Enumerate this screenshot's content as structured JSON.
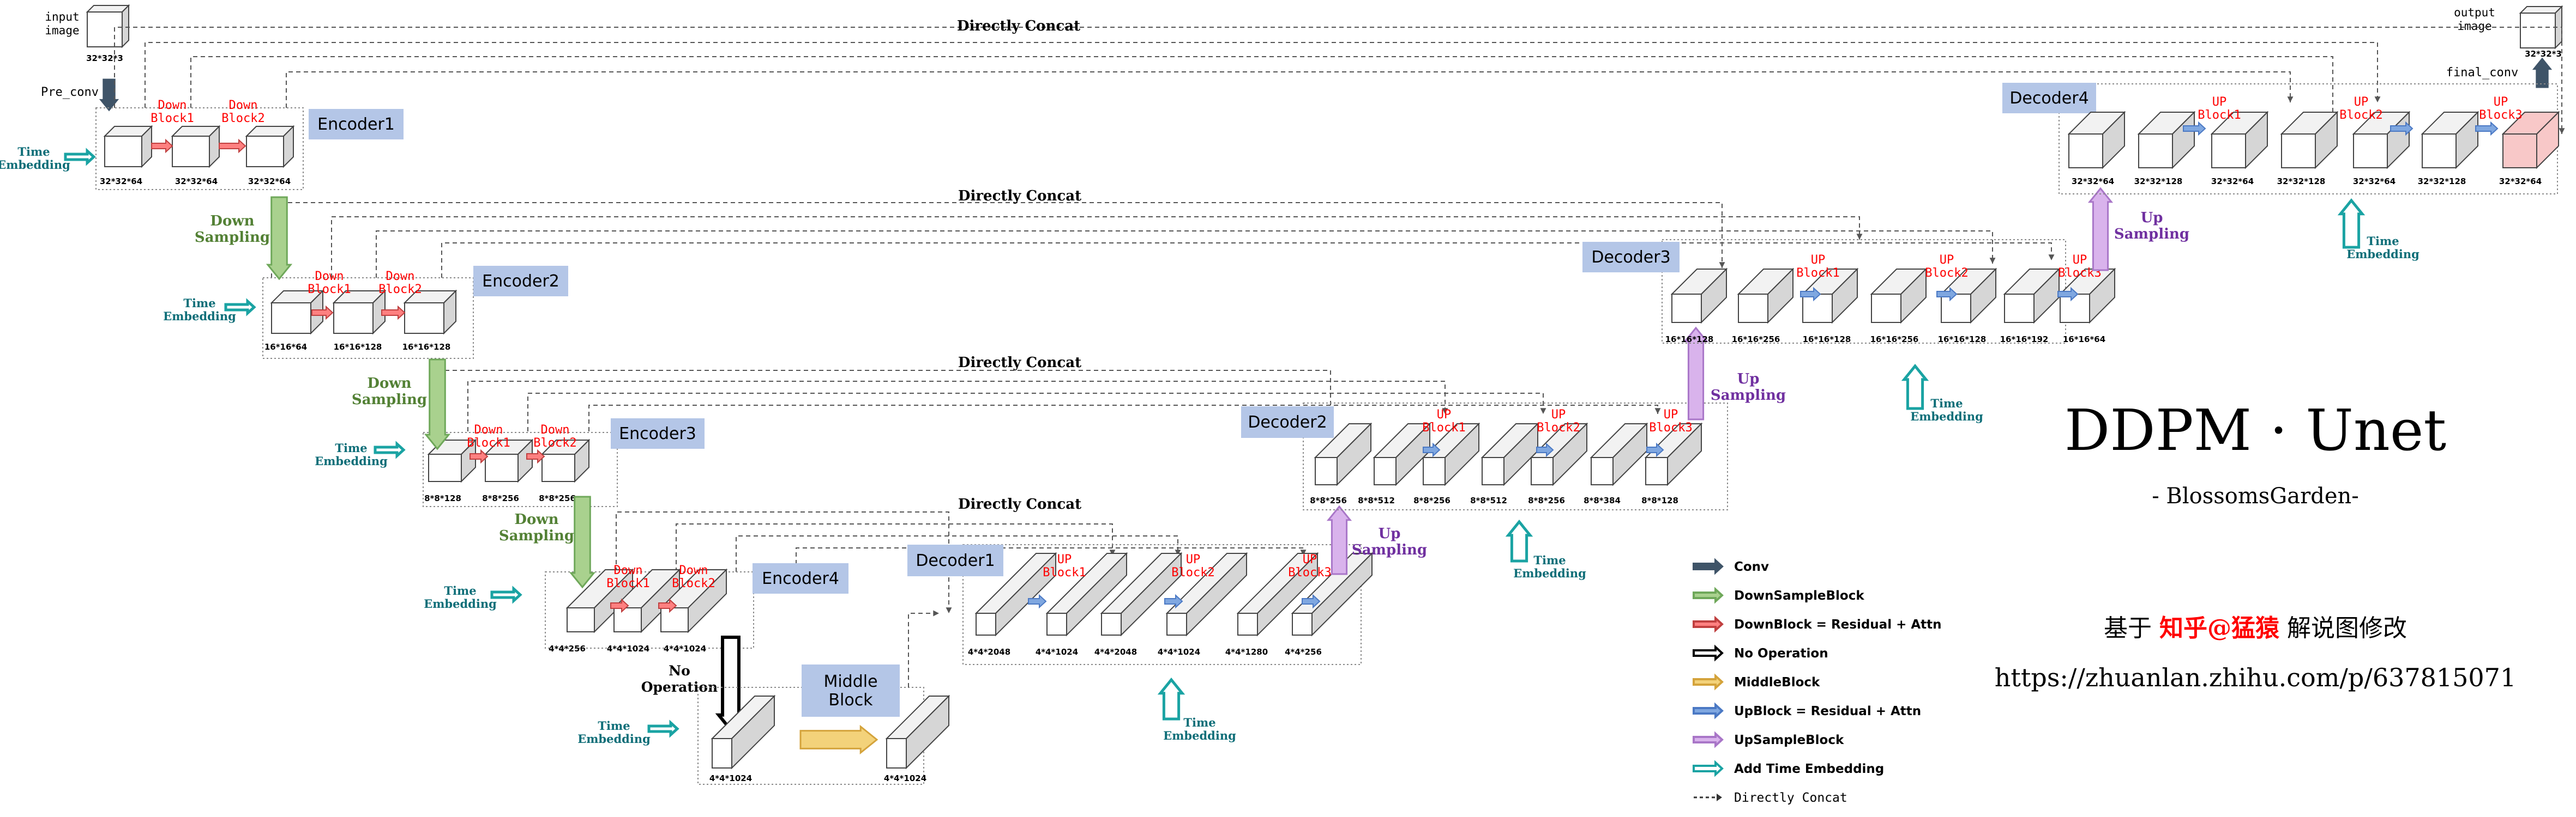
{
  "io": {
    "input_label": "input\nimage",
    "input_dim": "32*32*3",
    "output_label": "output\nimage",
    "output_dim": "32*32*3",
    "pre_conv": "Pre_conv",
    "final_conv": "final_conv"
  },
  "concat_label": "Directly Concat",
  "time_embedding": "Time\nEmbedding",
  "down_sampling": "Down\nSampling",
  "up_sampling": "Up\nSampling",
  "no_operation": "No\nOperation",
  "stages": {
    "encoder1": {
      "title": "Encoder1",
      "blocks": [
        "Down\nBlock1",
        "Down\nBlock2"
      ],
      "dims": [
        "32*32*64",
        "32*32*64",
        "32*32*64"
      ]
    },
    "encoder2": {
      "title": "Encoder2",
      "blocks": [
        "Down\nBlock1",
        "Down\nBlock2"
      ],
      "dims": [
        "16*16*64",
        "16*16*128",
        "16*16*128"
      ]
    },
    "encoder3": {
      "title": "Encoder3",
      "blocks": [
        "Down\nBlock1",
        "Down\nBlock2"
      ],
      "dims": [
        "8*8*128",
        "8*8*256",
        "8*8*256"
      ]
    },
    "encoder4": {
      "title": "Encoder4",
      "blocks": [
        "Down\nBlock1",
        "Down\nBlock2"
      ],
      "dims": [
        "4*4*256",
        "4*4*1024",
        "4*4*1024"
      ]
    },
    "middle": {
      "title": "Middle\nBlock",
      "dims": [
        "4*4*1024",
        "4*4*1024"
      ]
    },
    "decoder1": {
      "title": "Decoder1",
      "blocks": [
        "UP\nBlock1",
        "UP\nBlock2",
        "UP\nBlock3"
      ],
      "dims": [
        "4*4*2048",
        "4*4*1024",
        "4*4*2048",
        "4*4*1024",
        "4*4*1280",
        "4*4*256"
      ]
    },
    "decoder2": {
      "title": "Decoder2",
      "blocks": [
        "UP\nBlock1",
        "UP\nBlock2",
        "UP\nBlock3"
      ],
      "dims": [
        "8*8*256",
        "8*8*512",
        "8*8*256",
        "8*8*512",
        "8*8*256",
        "8*8*384",
        "8*8*128"
      ]
    },
    "decoder3": {
      "title": "Decoder3",
      "blocks": [
        "UP\nBlock1",
        "UP\nBlock2",
        "UP\nBlock3"
      ],
      "dims": [
        "16*16*128",
        "16*16*256",
        "16*16*128",
        "16*16*256",
        "16*16*128",
        "16*16*192",
        "16*16*64"
      ]
    },
    "decoder4": {
      "title": "Decoder4",
      "blocks": [
        "UP\nBlock1",
        "UP\nBlock2",
        "UP\nBlock3"
      ],
      "dims": [
        "32*32*64",
        "32*32*128",
        "32*32*64",
        "32*32*128",
        "32*32*64",
        "32*32*128",
        "32*32*64"
      ]
    }
  },
  "title": {
    "main": "DDPM · Unet",
    "sub": "- BlossomsGarden-",
    "credit_prefix": "基于 ",
    "credit_highlight": "知乎@猛猿",
    "credit_suffix": " 解说图修改",
    "url": "https://zhuanlan.zhihu.com/p/637815071"
  },
  "legend": [
    {
      "label": "Conv",
      "icon": "dark-arrow-icon"
    },
    {
      "label": "DownSampleBlock",
      "icon": "green-arrow-icon"
    },
    {
      "label": "DownBlock = Residual + Attn",
      "icon": "red-arrow-icon"
    },
    {
      "label": "No Operation",
      "icon": "black-arrow-icon"
    },
    {
      "label": "MiddleBlock",
      "icon": "yellow-arrow-icon"
    },
    {
      "label": "UpBlock = Residual + Attn",
      "icon": "blue-arrow-icon"
    },
    {
      "label": "UpSampleBlock",
      "icon": "purple-arrow-icon"
    },
    {
      "label": "Add Time Embedding",
      "icon": "teal-arrow-icon"
    },
    {
      "label": "Directly Concat",
      "icon": "dashed-arrow-icon"
    }
  ],
  "colors": {
    "conv": "#3f5468",
    "downsample": "#a9d18e",
    "downblock": "#ff8080",
    "no_op": "#000000",
    "middle": "#f3d27a",
    "upblock": "#7fa7e0",
    "upsample": "#d9b3ec",
    "time": "#1aa3a3",
    "block_text": "#ff0000",
    "title_box": "#b4c6e7",
    "final_cube": "#f8c8c8"
  }
}
